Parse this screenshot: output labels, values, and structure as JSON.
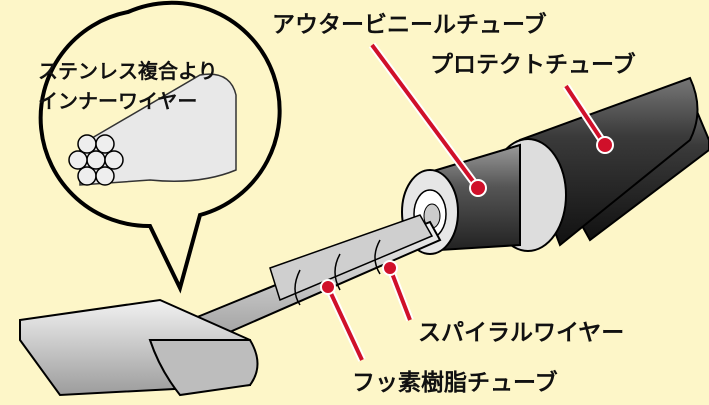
{
  "bubble": {
    "line1": "ステンレス複合より",
    "line2": "インナーワイヤー"
  },
  "labels": {
    "outer_vinyl": "アウタービニールチューブ",
    "protect": "プロテクトチューブ",
    "spiral": "スパイラルワイヤー",
    "fluoro": "フッ素樹脂チューブ"
  },
  "colors": {
    "background": "#fdf6c8",
    "marker": "#d0102a",
    "tube_dark": "#2a2a2a"
  }
}
